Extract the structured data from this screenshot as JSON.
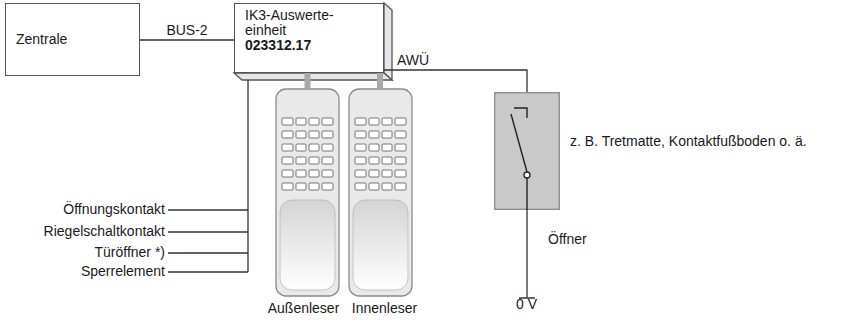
{
  "diagram": {
    "nodes": [
      {
        "text": [
          "Zentrale"
        ]
      },
      {
        "text": [
          "IK3-Auswerte- einheit",
          "023312.17"
        ]
      },
      {
        "text": [
          "Außenleser"
        ]
      },
      {
        "text": [
          "Innenleser"
        ]
      },
      {
        "text": [
          "z. B. Tretmatte, Kontaktfußboden o. ä."
        ]
      }
    ],
    "edges": [
      {
        "from": 0,
        "to": 1,
        "arrow": "none",
        "label": "BUS-2"
      },
      {
        "from": 1,
        "to": 2,
        "arrow": "none"
      },
      {
        "from": 1,
        "to": 3,
        "arrow": "none"
      },
      {
        "from": 1,
        "to": 4,
        "arrow": "none",
        "label": "AWÜ"
      }
    ],
    "labels": [
      "Öffnungskontakt",
      "Riegelschaltkontakt",
      "Türöffner *)",
      "Sperrelement",
      "Öffner",
      "0 V"
    ]
  }
}
